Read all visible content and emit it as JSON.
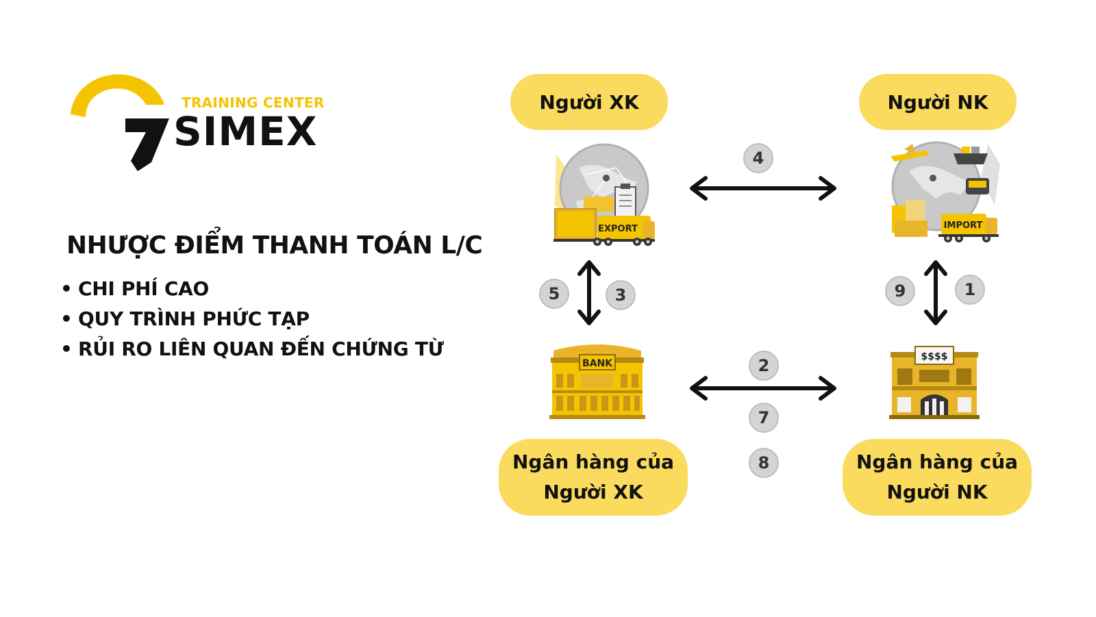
{
  "logo": {
    "tagline": "TRAINING CENTER",
    "name": "SIMEX",
    "accent_color": "#f5c400"
  },
  "heading": "NHƯỢC ĐIỂM THANH TOÁN L/C",
  "disadvantages": [
    "CHI PHÍ CAO",
    "QUY TRÌNH PHỨC TẠP",
    "RỦI RO LIÊN QUAN ĐẾN CHỨNG TỪ"
  ],
  "diagram": {
    "exporter": "Người XK",
    "importer": "Người NK",
    "exporter_bank_line1": "Ngân hàng của",
    "exporter_bank_line2": "Người XK",
    "importer_bank_line1": "Ngân hàng của",
    "importer_bank_line2": "Người NK",
    "export_label": "EXPORT",
    "import_label": "IMPORT",
    "bank_label": "BANK",
    "money_label": "$$$$",
    "steps": {
      "top": "4",
      "left_a": "5",
      "left_b": "3",
      "right_a": "9",
      "right_b": "1",
      "bottom_a": "2",
      "bottom_b": "7",
      "bottom_c": "8"
    }
  },
  "colors": {
    "pill": "#fbdb5e",
    "badge": "#d4d4d4",
    "arrow": "#111111"
  }
}
